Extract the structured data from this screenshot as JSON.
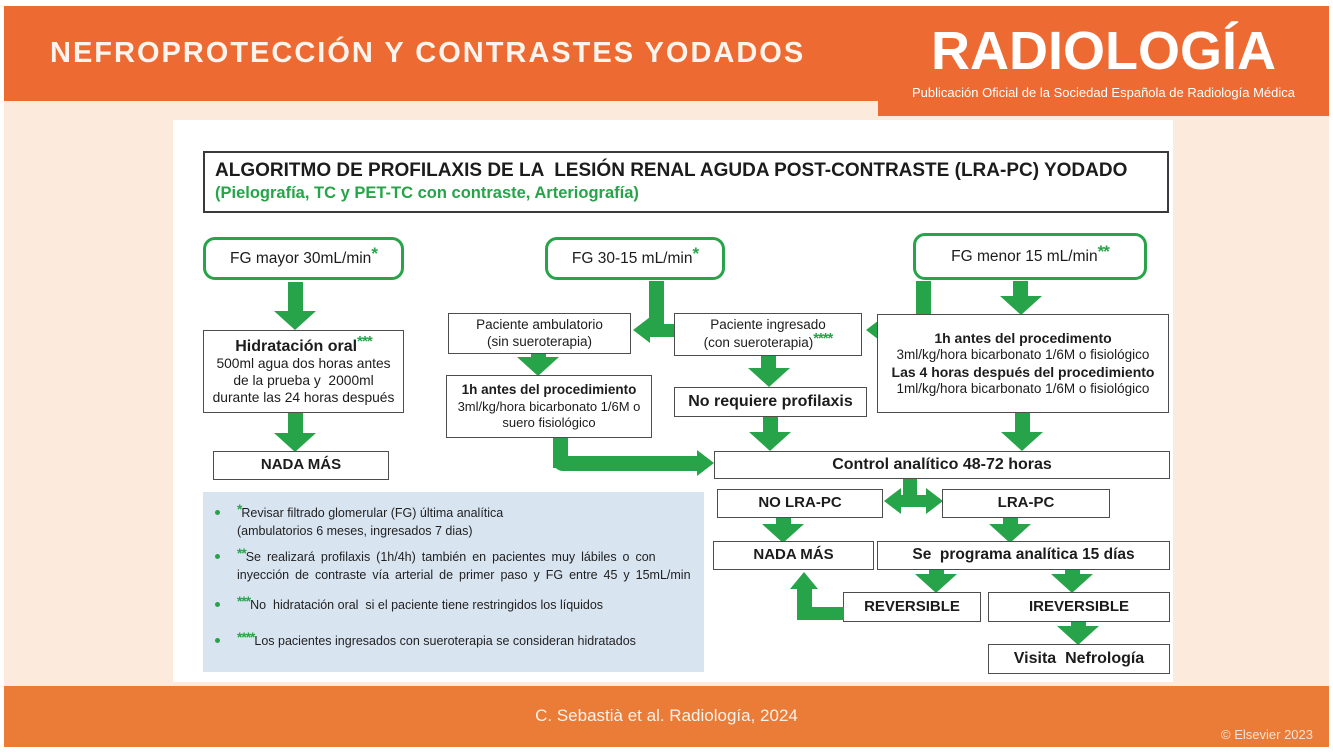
{
  "colors": {
    "accent_green": "#27a449",
    "header_orange": "#ed6a33",
    "footer_orange": "#ea7c37",
    "legend_bg": "#d9e4f1",
    "page_bg": "#fcebdc"
  },
  "header": {
    "title": "NEFROPROTECCIÓN Y CONTRASTES YODADOS",
    "logo": "RADIOLOGÍA",
    "logo_subtitle": "Publicación Oficial de la Sociedad Española de Radiología Médica"
  },
  "algorithm_title": {
    "line1": "ALGORITMO DE PROFILAXIS DE LA  LESIÓN RENAL AGUDA POST-CONTRASTE (LRA-PC) YODADO",
    "line2": "(Pielografía, TC y PET-TC con contraste, Arteriografía)"
  },
  "flow": {
    "fg_high": {
      "text": "FG mayor 30mL/min",
      "sup": "*"
    },
    "fg_mid": {
      "text": "FG 30-15 mL/min",
      "sup": "*"
    },
    "fg_low": {
      "text": "FG menor 15 mL/min",
      "sup": "**"
    },
    "oral_hydration": {
      "title": "Hidratación oral",
      "sup": "***",
      "line1": "500ml agua dos horas antes",
      "line2": "de la prueba y  2000ml",
      "line3": "durante las 24 horas después"
    },
    "nothing_more_left": {
      "text": "NADA MÁS"
    },
    "outpatient": {
      "line1": "Paciente ambulatorio",
      "line2": "(sin sueroterapia)"
    },
    "inpatient": {
      "line1": "Paciente ingresado",
      "line2": "(con sueroterapia)",
      "sup": "****"
    },
    "pre_1h": {
      "line1": "1h antes del procedimiento",
      "line2": "3ml/kg/hora bicarbonato 1/6M o",
      "line3": "suero fisiológico"
    },
    "no_prophylaxis": {
      "text": "No requiere profilaxis"
    },
    "low_protocol": {
      "line1": "1h antes del procedimento",
      "line2": "3ml/kg/hora bicarbonato 1/6M o fisiológico",
      "line3": "Las 4 horas después del procedimiento",
      "line4": "1ml/kg/hora bicarbonato 1/6M o fisiológico"
    },
    "lab_control": {
      "text": "Control analítico 48-72 horas"
    },
    "no_aki": {
      "text": "NO LRA-PC"
    },
    "aki": {
      "text": "LRA-PC"
    },
    "nothing_more_right": {
      "text": "NADA MÁS"
    },
    "schedule_lab": {
      "text": "Se  programa analítica 15 días"
    },
    "reversible": {
      "text": "REVERSIBLE"
    },
    "irreversible": {
      "text": "IREVERSIBLE"
    },
    "nephrology_visit": {
      "text": "Visita  Nefrología"
    }
  },
  "notes": [
    {
      "sup": "*",
      "lines": [
        "Revisar filtrado glomerular (FG) última analítica",
        "(ambulatorios 6 meses, ingresados 7 dias)"
      ]
    },
    {
      "sup": "**",
      "lines": [
        "Se realizará profilaxis (1h/4h) también en pacientes muy lábiles o con",
        "inyección de contraste vía arterial de primer paso y FG entre 45 y 15mL/min"
      ]
    },
    {
      "sup": "***",
      "lines": [
        "No  hidratación oral  si el paciente tiene restringidos los líquidos"
      ]
    },
    {
      "sup": "****",
      "lines": [
        "Los pacientes ingresados con sueroterapia se consideran hidratados"
      ]
    }
  ],
  "footer": {
    "citation": "C. Sebastià et al. Radiología, 2024",
    "copyright": "© Elsevier 2023"
  }
}
